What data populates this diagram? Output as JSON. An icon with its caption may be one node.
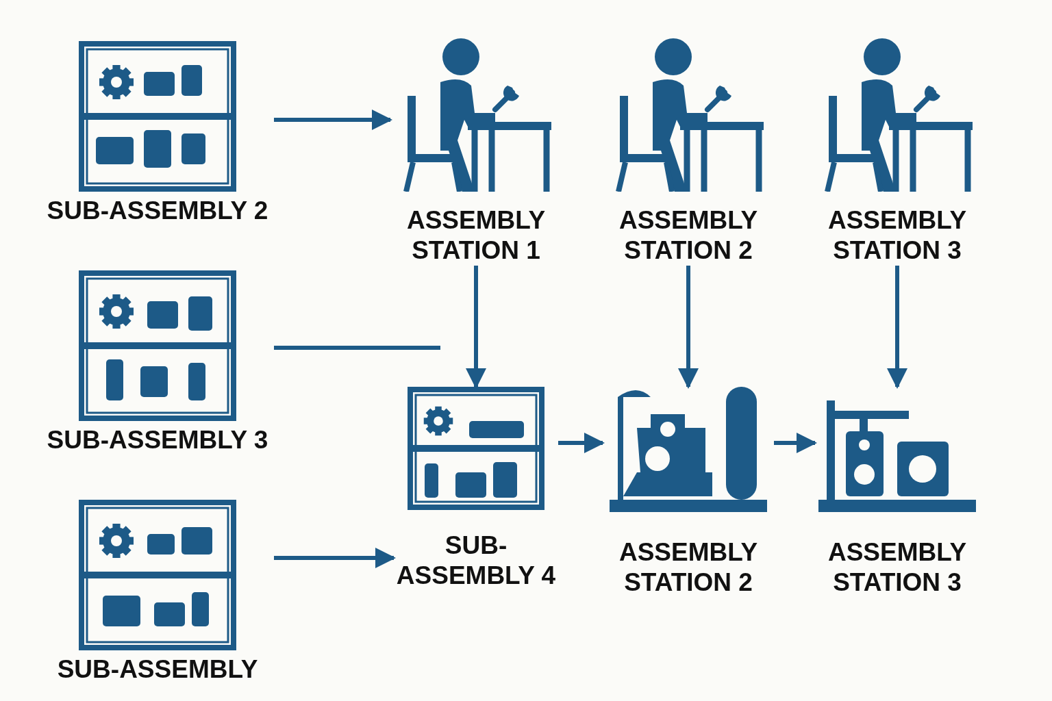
{
  "diagram": {
    "nodes": [
      {
        "text": [
          "SUB-ASSEMBLY 2"
        ]
      },
      {
        "text": [
          "ASSEMBLY STATION 1"
        ]
      },
      {
        "text": [
          "ASSEMBLY STATION 2"
        ]
      },
      {
        "text": [
          "ASSEMBLY STATION 3"
        ]
      },
      {
        "text": [
          "SUB-ASSEMBLY 3"
        ]
      },
      {
        "text": [
          "SUB-ASSEMBLY 4"
        ]
      },
      {
        "text": [
          "ASSEMBLY STATION 2"
        ]
      },
      {
        "text": [
          "ASSEMBLY STATION 3"
        ]
      },
      {
        "text": [
          "SUB-ASSEMBLY"
        ]
      }
    ],
    "edges": [
      {
        "from": 0,
        "to": 1,
        "arrow": "to"
      },
      {
        "from": 4,
        "to": null,
        "arrow": "none"
      },
      {
        "from": 1,
        "to": 5,
        "arrow": "to"
      },
      {
        "from": 2,
        "to": 6,
        "arrow": "to"
      },
      {
        "from": 3,
        "to": 7,
        "arrow": "to"
      },
      {
        "from": 5,
        "to": 6,
        "arrow": "to"
      },
      {
        "from": 6,
        "to": 7,
        "arrow": "to"
      },
      {
        "from": 8,
        "to": 5,
        "arrow": "to"
      }
    ]
  }
}
